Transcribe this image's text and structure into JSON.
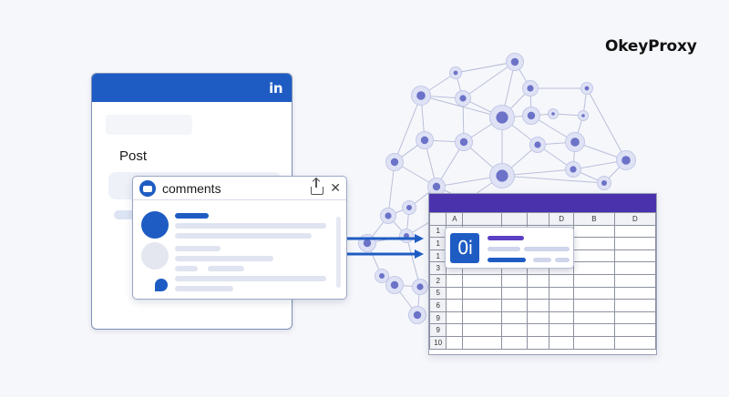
{
  "brand": {
    "name": "OkeyProxy"
  },
  "linkedin": {
    "logo": "in",
    "post_title": "Post"
  },
  "comments": {
    "title": "comments",
    "close_glyph": "✕"
  },
  "spreadsheet": {
    "columns": [
      "A",
      "",
      "",
      "",
      "D",
      "B",
      "D"
    ],
    "rows": [
      "1",
      "1",
      "1",
      "3",
      "2",
      "5",
      "6",
      "9",
      "9",
      "10"
    ],
    "popup_badge": "0i"
  },
  "colors": {
    "linkedin_blue": "#1e5cc3",
    "sheet_header": "#4b32ad",
    "network_node": "#6b72c7",
    "accent_purple": "#5b3fc4"
  }
}
